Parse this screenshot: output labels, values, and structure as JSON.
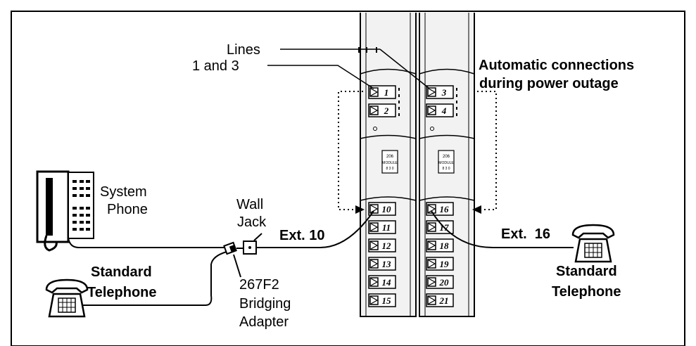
{
  "labels": {
    "lines_top": "Lines",
    "lines_bottom": "1 and 3",
    "auto_line1": "Automatic connections",
    "auto_line2": "during power outage",
    "system_phone_1": "System",
    "system_phone_2": "Phone",
    "wall_jack_1": "Wall",
    "wall_jack_2": "Jack",
    "ext_left": "Ext. 10",
    "ext_right": "Ext.  16",
    "std_tel_left_1": "Standard",
    "std_tel_left_2": "Telephone",
    "std_tel_right_1": "Standard",
    "std_tel_right_2": "Telephone",
    "adapter_1": "267F2",
    "adapter_2": "Bridging",
    "adapter_3": "Adapter"
  },
  "modules": {
    "left": {
      "line_jacks": [
        "1",
        "2"
      ],
      "ext_jacks": [
        "10",
        "11",
        "12",
        "13",
        "14",
        "15"
      ],
      "label_lines": [
        "206",
        "MODULE",
        "8 3 0"
      ]
    },
    "right": {
      "line_jacks": [
        "3",
        "4"
      ],
      "ext_jacks": [
        "16",
        "17",
        "18",
        "19",
        "20",
        "21"
      ],
      "label_lines": [
        "206",
        "MODULE",
        "8 3 0"
      ]
    }
  }
}
